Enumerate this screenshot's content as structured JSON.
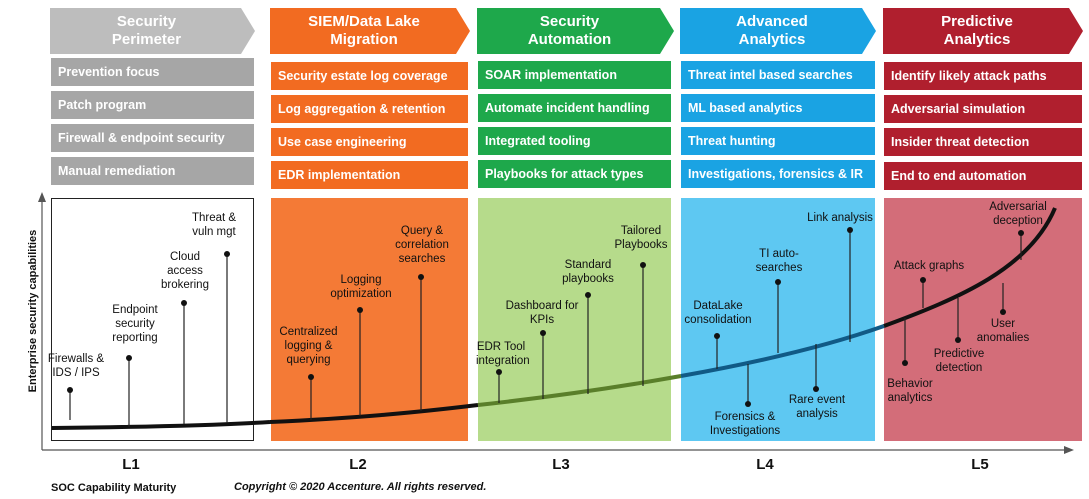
{
  "stages": [
    {
      "title": "Security\nPerimeter",
      "color": "#bdbdbd",
      "cell_color": "#a6a6a6",
      "items": [
        "Prevention focus",
        "Patch program",
        "Firewall & endpoint security",
        "Manual remediation"
      ]
    },
    {
      "title": "SIEM/Data Lake\nMigration",
      "color": "#f26b21",
      "cell_color": "#f26b21",
      "items": [
        "Security estate log coverage",
        "Log aggregation & retention",
        "Use case engineering",
        "EDR implementation"
      ]
    },
    {
      "title": "Security\nAutomation",
      "color": "#1ea84b",
      "cell_color": "#1ea84b",
      "items": [
        "SOAR implementation",
        "Automate incident handling",
        "Integrated tooling",
        "Playbooks for attack types"
      ]
    },
    {
      "title": "Advanced\nAnalytics",
      "color": "#1aa3e3",
      "cell_color": "#1aa3e3",
      "items": [
        "Threat intel based searches",
        "ML based analytics",
        "Threat hunting",
        "Investigations, forensics & IR"
      ]
    },
    {
      "title": "Predictive\nAnalytics",
      "color": "#b01f2e",
      "cell_color": "#b01f2e",
      "items": [
        "Identify likely attack paths",
        "Adversarial simulation",
        "Insider threat detection",
        "End to end automation"
      ]
    }
  ],
  "levels": [
    "L1",
    "L2",
    "L3",
    "L4",
    "L5"
  ],
  "panel_colors": [
    "#ffffff",
    "#f47a36",
    "#b6db8b",
    "#5ec8f2",
    "#d36d79"
  ],
  "curve_colors": [
    "#111111",
    "#111111",
    "#5a7f2a",
    "#115a86",
    "#111111"
  ],
  "capabilities": [
    "Firewalls &\nIDS / IPS",
    "Endpoint\nsecurity\nreporting",
    "Cloud\naccess\nbrokering",
    "Threat &\nvuln mgt",
    "Centralized\nlogging &\nquerying",
    "Logging\noptimization",
    "Query &\ncorrelation\nsearches",
    "EDR Tool\nintegration",
    "Dashboard for\nKPIs",
    "Standard\nplaybooks",
    "Tailored\nPlaybooks",
    "DataLake\nconsolidation",
    "Forensics &\nInvestigations",
    "TI auto-\nsearches",
    "Rare event\nanalysis",
    "Link analysis",
    "Behavior\nanalytics",
    "Attack graphs",
    "Predictive\ndetection",
    "User\nanomalies",
    "Adversarial\ndeception"
  ],
  "y_axis_label": "Enterprise security capabilities",
  "x_axis_label": "SOC Capability Maturity",
  "copyright": "Copyright © 2020 Accenture. All rights reserved."
}
